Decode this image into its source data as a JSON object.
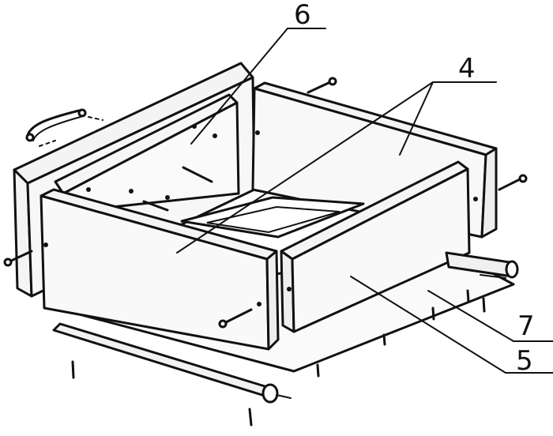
{
  "callouts": [
    {
      "id": "part-6",
      "label": "6"
    },
    {
      "id": "part-4",
      "label": "4"
    },
    {
      "id": "part-7",
      "label": "7"
    },
    {
      "id": "part-5",
      "label": "5"
    }
  ],
  "colors": {
    "ink": "#111111",
    "paper": "#ffffff",
    "panel_fill": "#f4f4f4"
  }
}
